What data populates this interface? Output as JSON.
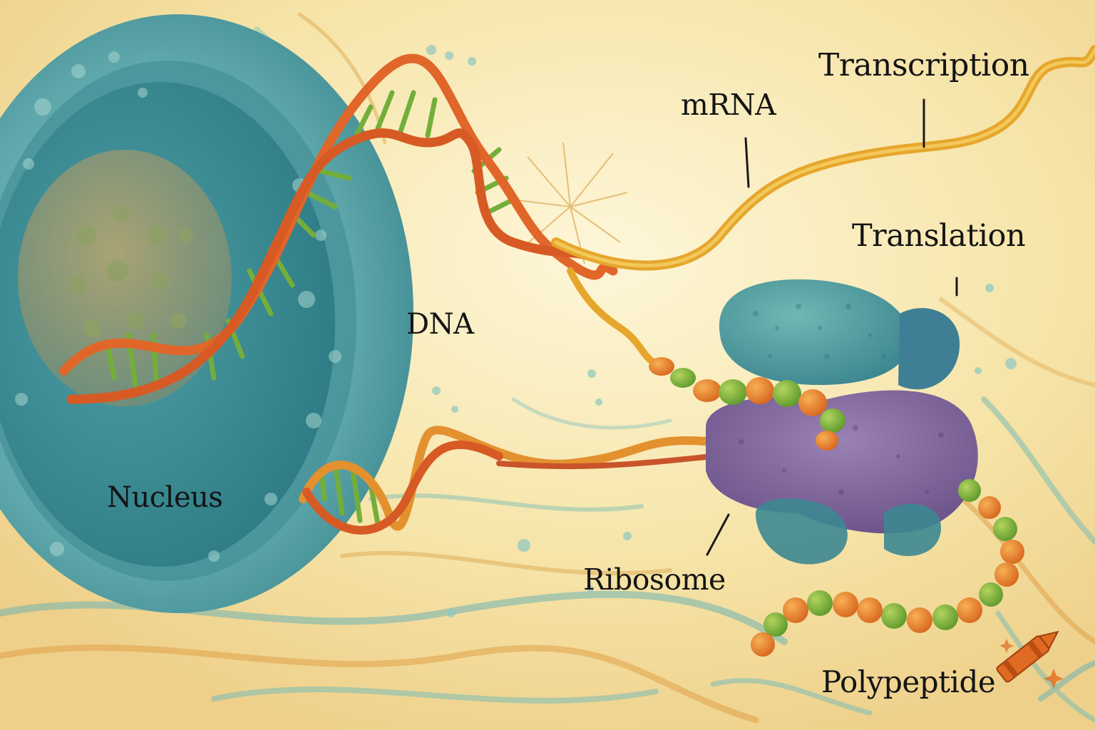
{
  "diagram": {
    "labels": {
      "transcription": "Transcription",
      "mrna": "mRNA",
      "translation": "Translation",
      "dna": "DNA",
      "nucleus": "Nucleus",
      "ribosome": "Ribosome",
      "polypeptide": "Polypeptide"
    },
    "colors": {
      "background": "#f6e7b4",
      "nucleus": "#5fa9ad",
      "dna_strand": "#e0662a",
      "base_pair": "#7fb23f",
      "mrna": "#e6a62c",
      "ribosome_large": "#4f9aa0",
      "ribosome_small": "#86679e",
      "bead_orange": "#e7872f",
      "bead_green": "#7fb13b"
    },
    "icons": [
      "crayon-icon",
      "sparkle-icon"
    ]
  }
}
